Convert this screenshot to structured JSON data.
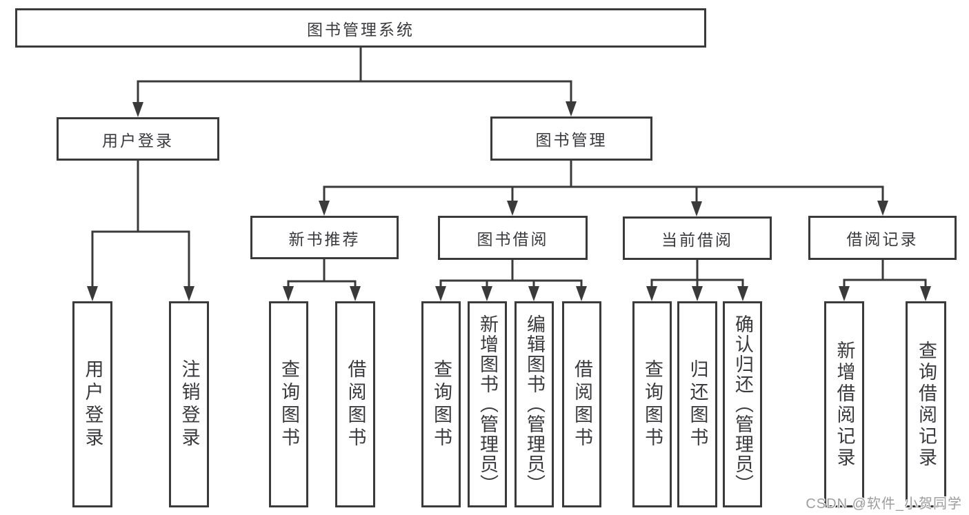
{
  "diagram": {
    "type": "hierarchy-flowchart",
    "colors": {
      "line": "#3a3a3a",
      "text": "#3a3a3e",
      "background": "#ffffff",
      "watermark": "#9d9d9d"
    },
    "tree": {
      "label": "图书管理系统",
      "children": [
        {
          "label": "用户登录",
          "children": [
            {
              "label": "用户登录"
            },
            {
              "label": "注销登录"
            }
          ]
        },
        {
          "label": "图书管理",
          "children": [
            {
              "label": "新书推荐",
              "children": [
                {
                  "label": "查询图书"
                },
                {
                  "label": "借阅图书"
                }
              ]
            },
            {
              "label": "图书借阅",
              "children": [
                {
                  "label": "查询图书"
                },
                {
                  "label": "新增图书（管理员）"
                },
                {
                  "label": "编辑图书（管理员）"
                },
                {
                  "label": "借阅图书"
                }
              ]
            },
            {
              "label": "当前借阅",
              "children": [
                {
                  "label": "查询图书"
                },
                {
                  "label": "归还图书"
                },
                {
                  "label": "确认归还（管理员）"
                }
              ]
            },
            {
              "label": "借阅记录",
              "children": [
                {
                  "label": "新增借阅记录"
                },
                {
                  "label": "查询借阅记录"
                }
              ]
            }
          ]
        }
      ]
    },
    "watermark": {
      "text": "CSDN @软件_小贺同学"
    }
  }
}
